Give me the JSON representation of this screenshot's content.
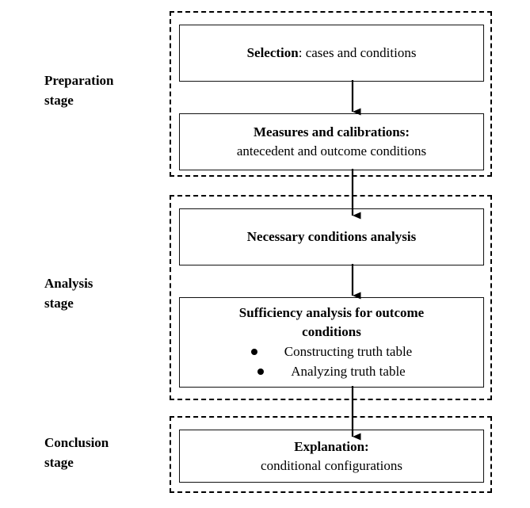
{
  "figure": {
    "type": "flowchart",
    "orientation": "vertical",
    "title": ""
  },
  "stages": [
    {
      "id": "preparation",
      "label": "Preparation\nstage"
    },
    {
      "id": "analysis",
      "label": "Analysis\nstage"
    },
    {
      "id": "conclusion",
      "label": "Conclusion\nstage"
    }
  ],
  "boxes": {
    "selection": {
      "heading": "Selection",
      "rest": ": cases and conditions"
    },
    "measures": {
      "heading": "Measures and calibrations:",
      "detail": "antecedent and outcome conditions"
    },
    "necessary": {
      "heading": "Necessary conditions analysis"
    },
    "sufficiency": {
      "heading_line1": "Sufficiency analysis for outcome",
      "heading_line2": "conditions",
      "bullets": [
        "Constructing truth table",
        "Analyzing truth table"
      ]
    },
    "explanation": {
      "heading": "Explanation:",
      "detail": "conditional configurations"
    }
  },
  "connectors": [
    {
      "from": "selection",
      "to": "measures"
    },
    {
      "from": "measures",
      "to": "necessary"
    },
    {
      "from": "necessary",
      "to": "sufficiency"
    },
    {
      "from": "sufficiency",
      "to": "explanation"
    }
  ],
  "colors": {
    "stroke": "#000000",
    "box_border": "#111111",
    "background": "#ffffff",
    "text": "#000000"
  }
}
